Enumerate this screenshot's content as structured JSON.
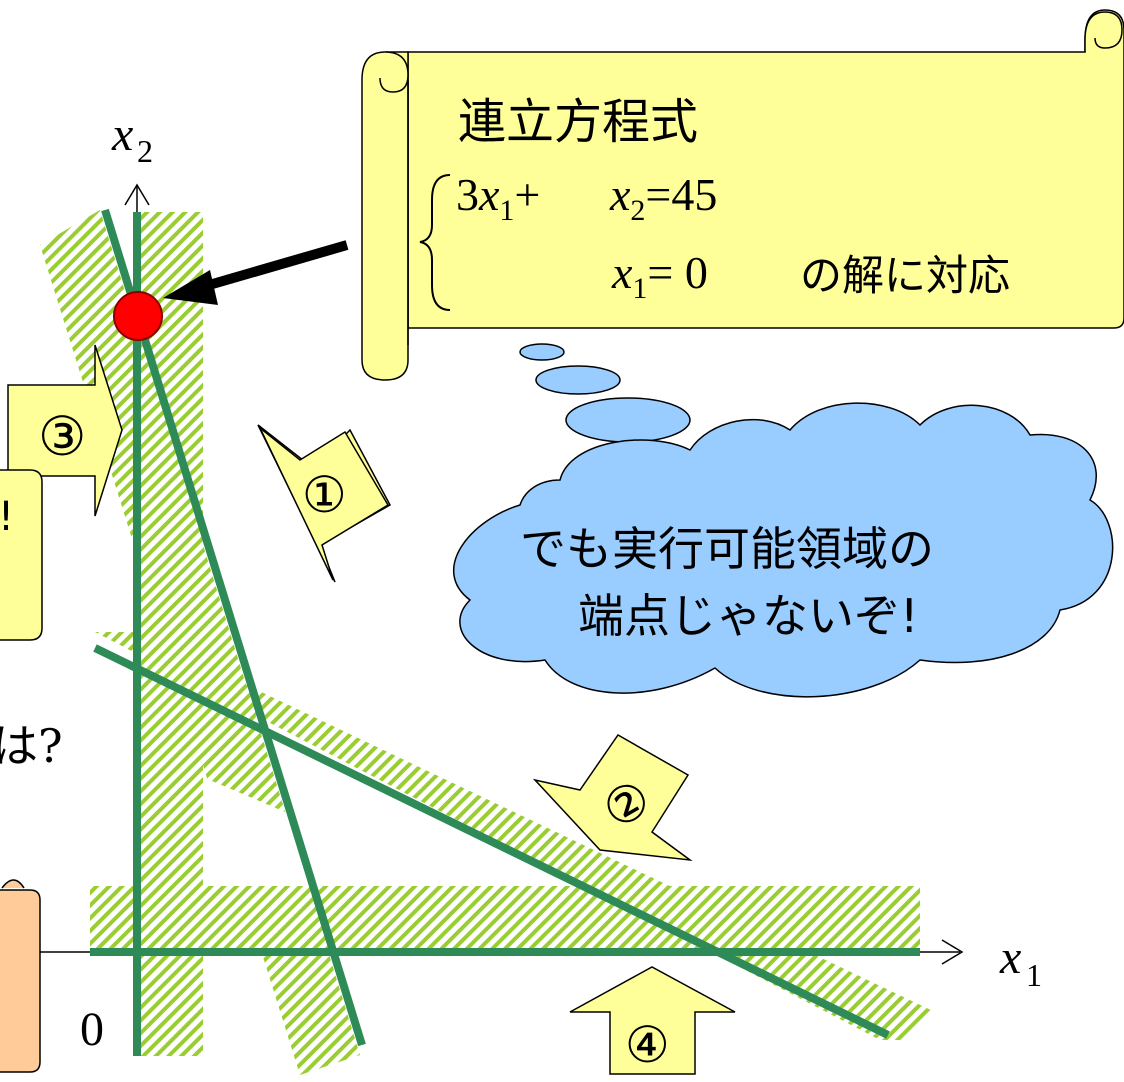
{
  "axes": {
    "x1_label": "x",
    "x1_sub": "1",
    "x2_label": "x",
    "x2_sub": "2",
    "origin": "0"
  },
  "scroll_note": {
    "title": "連立方程式",
    "eq1_coef": "3",
    "eq1_x1": "x",
    "eq1_x1_sub": "1",
    "eq1_plus": "+",
    "eq1_x2": "x",
    "eq1_x2_sub": "2",
    "eq1_rhs": "=45",
    "eq2_x1": "x",
    "eq2_x1_sub": "1",
    "eq2_rhs": "= 0",
    "suffix": "の解に対応"
  },
  "cloud": {
    "line1": "でも実行可能領域の",
    "line2": "端点じゃないぞ!"
  },
  "constraint_labels": [
    "①",
    "②",
    "③",
    "④"
  ],
  "left_fragments": {
    "partial_text": "は?",
    "partial_note": "!"
  },
  "colors": {
    "line": "#2e8b57",
    "hatch": "#9acd32",
    "note_fill": "#ffff99",
    "cloud_fill": "#99ccff",
    "point": "#ff0000",
    "side_scroll": "#ffcc99"
  }
}
